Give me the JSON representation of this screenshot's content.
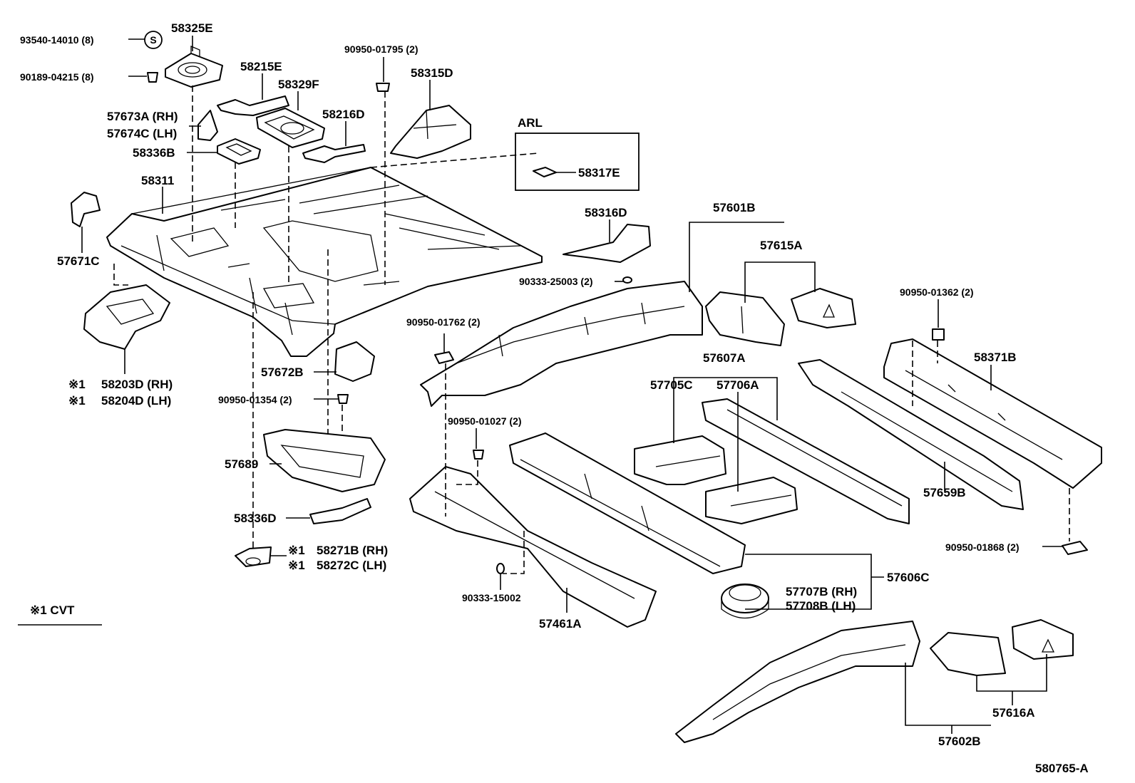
{
  "labels": {
    "p93540": "93540-14010 (8)",
    "p58325E": "58325E",
    "p90189": "90189-04215 (8)",
    "p58215E": "58215E",
    "p58329F": "58329F",
    "p90950_01795": "90950-01795 (2)",
    "p58315D": "58315D",
    "p57673A": "57673A (RH)",
    "p57674C": "57674C (LH)",
    "p58216D": "58216D",
    "p58336B": "58336B",
    "arl": "ARL",
    "p58317E": "58317E",
    "p58311": "58311",
    "p58316D": "58316D",
    "p57601B": "57601B",
    "p57615A": "57615A",
    "p57671C": "57671C",
    "p90333_25003": "90333-25003 (2)",
    "p90950_01362": "90950-01362 (2)",
    "p90950_01762": "90950-01762 (2)",
    "p58371B": "58371B",
    "p57607A": "57607A",
    "p57672B": "57672B",
    "p57705C": "57705C",
    "p57706A": "57706A",
    "p58203D": "58203D (RH)",
    "p58204D": "58204D (LH)",
    "p90950_01354": "90950-01354 (2)",
    "p90950_01027": "90950-01027 (2)",
    "p57689": "57689",
    "p57659B": "57659B",
    "p58336D": "58336D",
    "p58271B": "58271B (RH)",
    "p58272C": "58272C (LH)",
    "p90950_01868": "90950-01868 (2)",
    "p57606C": "57606C",
    "p57707B": "57707B (RH)",
    "p57708B": "57708B (LH)",
    "p90333_15002": "90333-15002",
    "p57461A": "57461A",
    "note": "※1  CVT",
    "p57616A": "57616A",
    "p57602B": "57602B",
    "figure_id": "580765-A"
  },
  "marks": {
    "note_mark": "※1",
    "sealant_symbol": "S"
  }
}
